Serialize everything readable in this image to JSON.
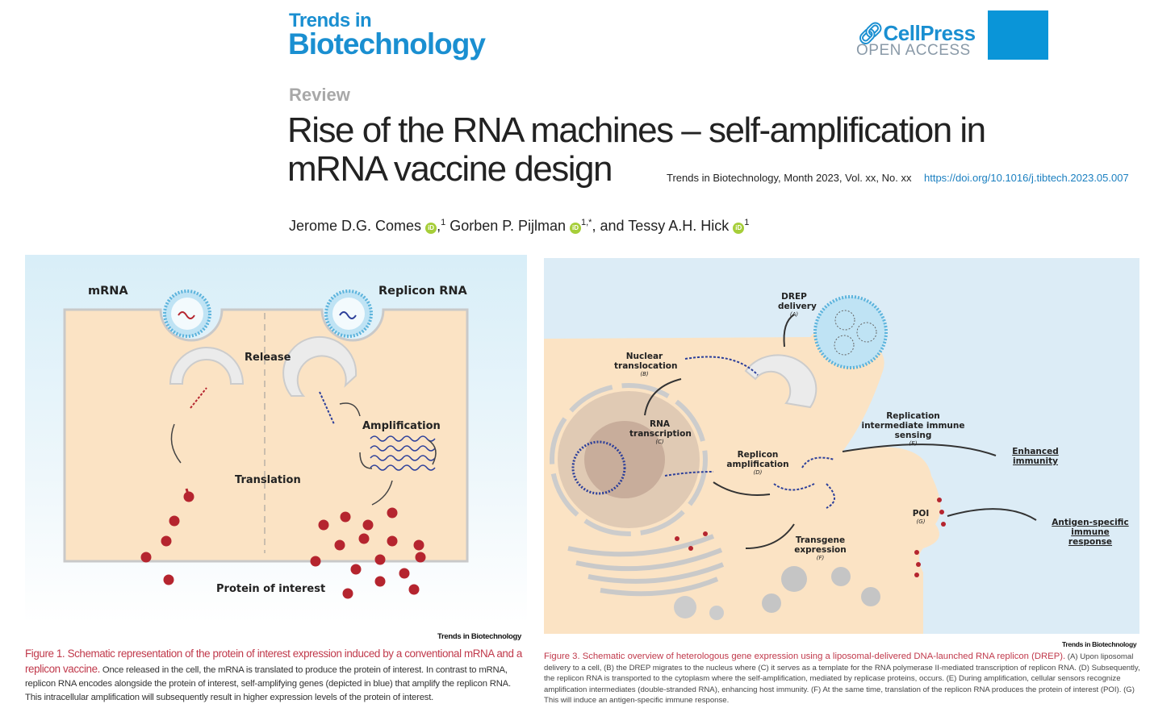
{
  "header": {
    "journal_line1": "Trends in",
    "journal_line2": "Biotechnology",
    "publisher": "CellPress",
    "access": "OPEN ACCESS",
    "article_type": "Review",
    "title": "Rise of the RNA machines – self-amplification in mRNA vaccine design",
    "citation": "Trends in Biotechnology, Month 2023, Vol. xx, No. xx",
    "doi": "https://doi.org/10.1016/j.tibtech.2023.05.007"
  },
  "authors": [
    {
      "name": "Jerome D.G. Comes",
      "sup": "1",
      "sep": ","
    },
    {
      "name": "Gorben P. Pijlman",
      "sup": "1,*",
      "sep": ", and"
    },
    {
      "name": "Tessy A.H. Hick",
      "sup": "1",
      "sep": ""
    }
  ],
  "orcid_label": "iD",
  "figure1": {
    "labels": {
      "mrna": "mRNA",
      "replicon": "Replicon RNA",
      "release": "Release",
      "amplification": "Amplification",
      "translation": "Translation",
      "protein": "Protein of interest"
    },
    "credit": "Trends in Biotechnology",
    "caption_title": "Figure 1. Schematic representation of the protein of interest expression induced by a conventional mRNA and a replicon vaccine.",
    "caption_body": " Once released in the cell, the mRNA is translated to produce the protein of interest. In contrast to mRNA, replicon RNA encodes alongside the protein of interest, self-amplifying genes (depicted in blue) that amplify the replicon RNA. This intracellular amplification will subsequently result in higher expression levels of the protein of interest."
  },
  "figure3": {
    "labels": {
      "delivery": "DREP delivery",
      "delivery_tag": "(A)",
      "nuclear": "Nuclear translocation",
      "nuclear_tag": "(B)",
      "transcription": "RNA transcription",
      "transcription_tag": "(C)",
      "amplification": "Replicon amplification",
      "amplification_tag": "(D)",
      "sensing": "Replication intermediate immune sensing",
      "sensing_tag": "(E)",
      "expression": "Transgene expression",
      "expression_tag": "(F)",
      "poi": "POI",
      "poi_tag": "(G)",
      "enhanced": "Enhanced immunity",
      "antigen": "Antigen-specific immune response"
    },
    "credit": "Trends in Biotechnology",
    "caption_title": "Figure 3. Schematic overview of heterologous gene expression using a liposomal-delivered DNA-launched RNA replicon (DREP).",
    "caption_body": " (A) Upon liposomal delivery to a cell, (B) the DREP migrates to the nucleus where (C) it serves as a template for the RNA polymerase II-mediated transcription of replicon RNA. (D) Subsequently, the replicon RNA is transported to the cytoplasm where the self-amplification, mediated by replicase proteins, occurs. (E) During amplification, cellular sensors recognize amplification intermediates (double-stranded RNA), enhancing host immunity. (F) At the same time, translation of the replicon RNA produces the protein of interest (POI). (G) This will induce an antigen-specific immune response."
  },
  "colors": {
    "brand": "#1a8fd1",
    "caption_red": "#c0394b",
    "cell": "#fbe3c4",
    "protein": "#b5252f"
  }
}
